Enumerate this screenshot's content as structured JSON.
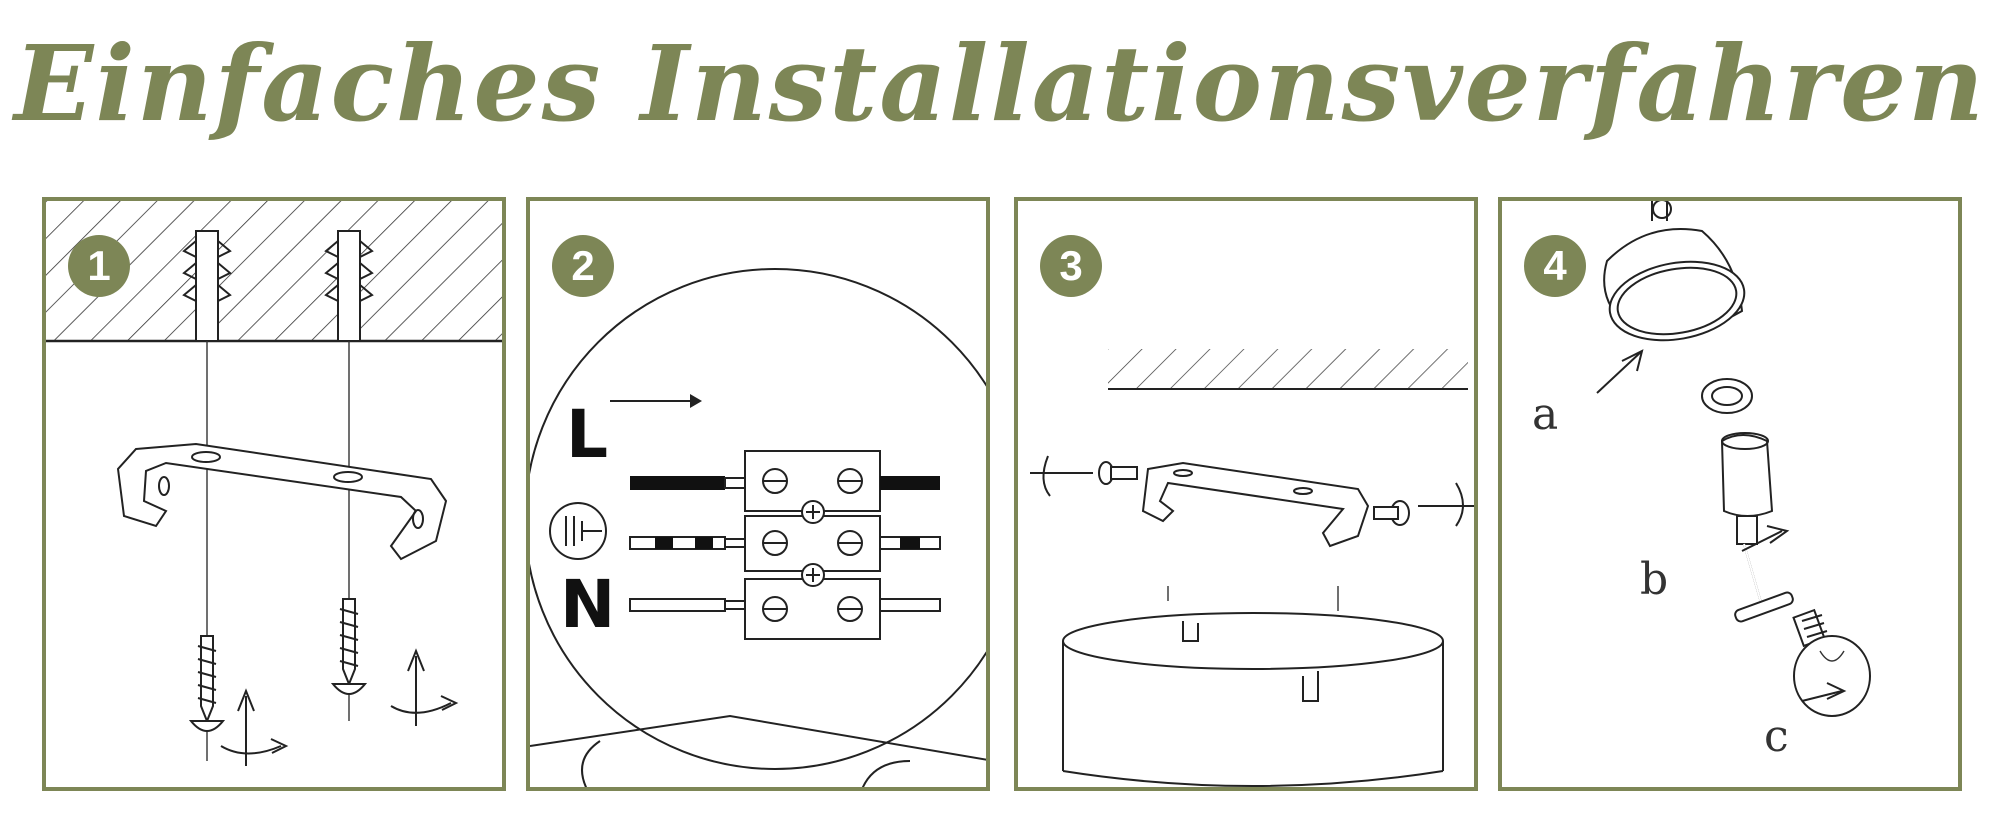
{
  "title": "Einfaches Installationsverfahren",
  "accent_color": "#7d8656",
  "steps": [
    {
      "number": "1"
    },
    {
      "number": "2",
      "labels": {
        "live": "L",
        "neutral": "N"
      },
      "ground_icon": "earth-ground-icon"
    },
    {
      "number": "3"
    },
    {
      "number": "4",
      "labels": {
        "a": "a",
        "b": "b",
        "c": "c"
      }
    }
  ]
}
